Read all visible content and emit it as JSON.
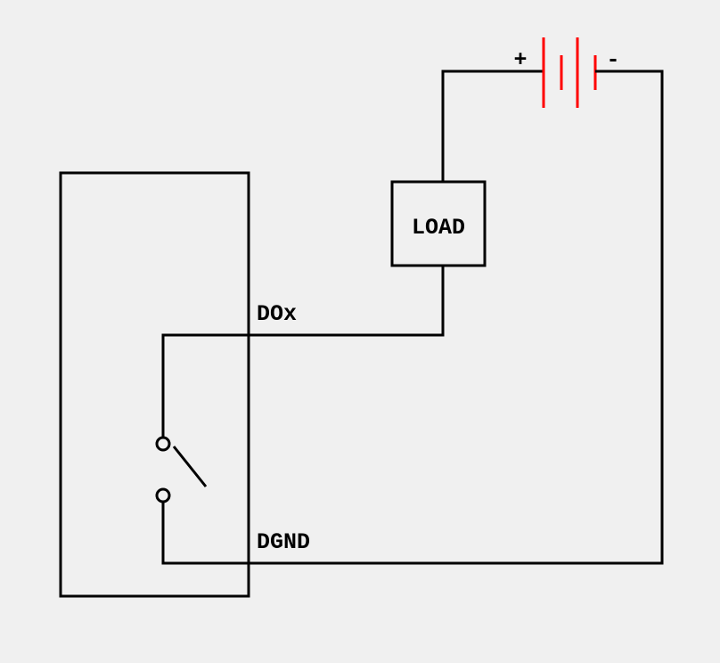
{
  "diagram": {
    "labels": {
      "load": "LOAD",
      "dox": "DOx",
      "dgnd": "DGND",
      "plus": "+",
      "minus": "-"
    },
    "colors": {
      "wire": "#000000",
      "battery": "#ff0000",
      "background": "#f0f0f0"
    }
  }
}
